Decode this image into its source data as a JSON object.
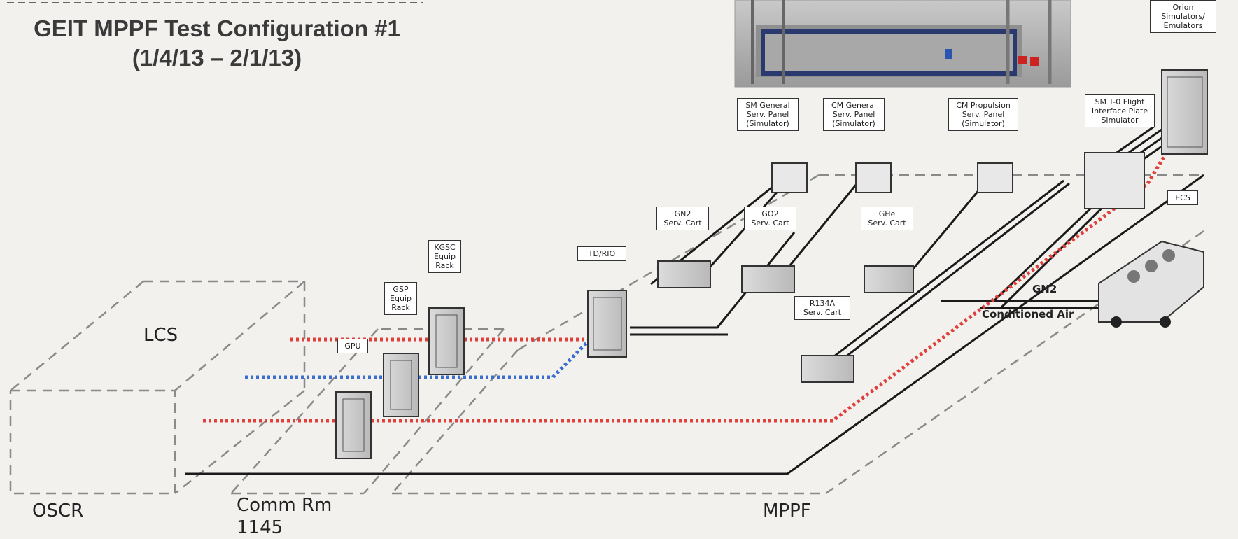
{
  "title": {
    "line1": "GEIT MPPF Test Configuration #1",
    "line2": "(1/4/13 – 2/1/13)"
  },
  "areas": {
    "lcs": "LCS",
    "oscr": "OSCR",
    "comm_line1": "Comm Rm",
    "comm_line2": "1145",
    "mppf": "MPPF"
  },
  "labels": {
    "orion": [
      "Orion",
      "Simulators/",
      "Emulators"
    ],
    "sm_general": [
      "SM General",
      "Serv. Panel",
      "(Simulator)"
    ],
    "cm_general": [
      "CM General",
      "Serv. Panel",
      "(Simulator)"
    ],
    "cm_propulsion": [
      "CM Propulsion",
      "Serv. Panel",
      "(Simulator)"
    ],
    "sm_t0": [
      "SM T-0 Flight",
      "Interface Plate",
      "Simulator"
    ],
    "ecs": [
      "ECS"
    ],
    "gn2_cart": [
      "GN2",
      "Serv. Cart"
    ],
    "go2_cart": [
      "GO2",
      "Serv. Cart"
    ],
    "ghe_cart": [
      "GHe",
      "Serv. Cart"
    ],
    "r134a_cart": [
      "R134A",
      "Serv. Cart"
    ],
    "td_rio": [
      "TD/RIO"
    ],
    "kgsc": [
      "KGSC",
      "Equip",
      "Rack"
    ],
    "gsp": [
      "GSP",
      "Equip",
      "Rack"
    ],
    "gpu": [
      "GPU"
    ]
  },
  "line_labels": {
    "gn2": "GN2",
    "conditioned_air": "Conditioned Air"
  },
  "colors": {
    "red": "#e0403c",
    "blue": "#3a6fd0",
    "dash": "#8a8a8a",
    "line": "#1a1a1a"
  },
  "icons": {
    "facility_photo": "facility-photo-icon",
    "rack": "rack-icon",
    "cart": "cart-icon",
    "panel": "panel-icon",
    "ecs_unit": "ecs-unit-icon"
  }
}
